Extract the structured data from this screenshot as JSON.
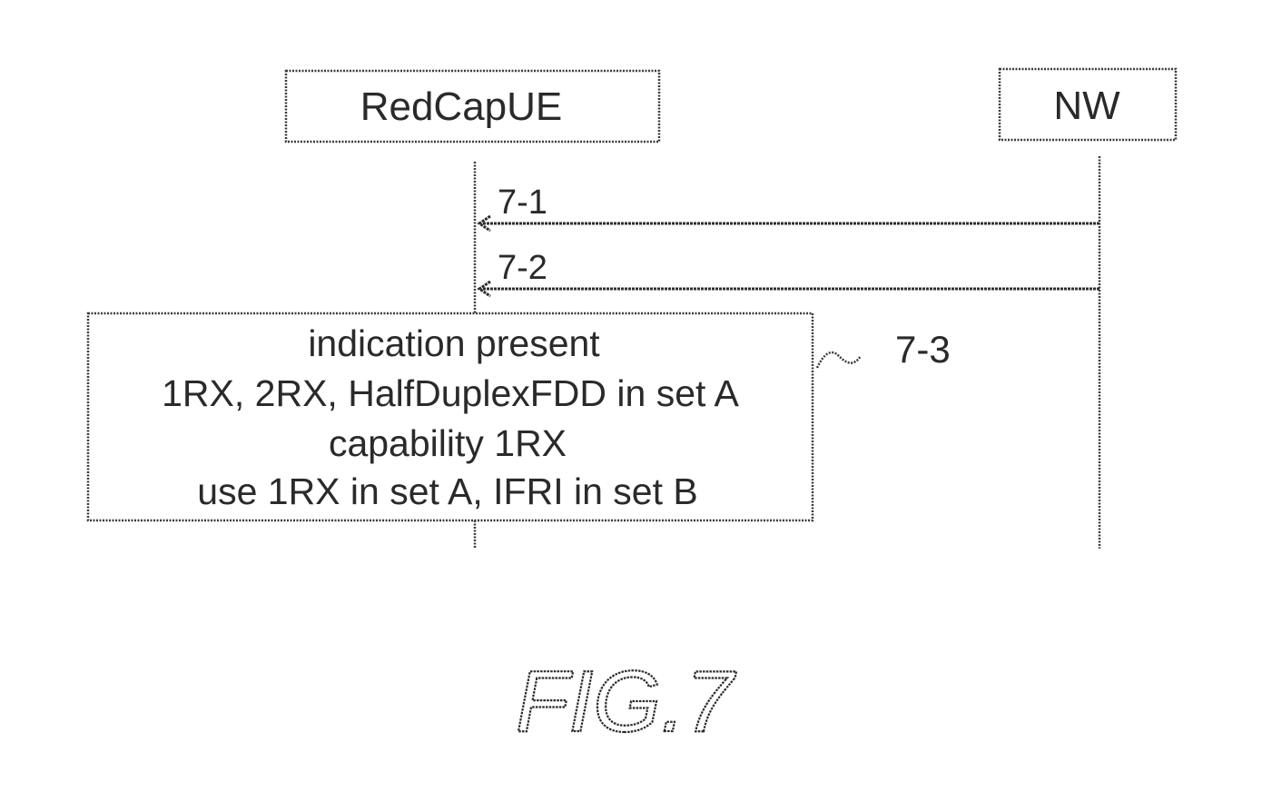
{
  "entities": {
    "ue": "RedCapUE",
    "nw": "NW"
  },
  "messages": [
    {
      "label": "7-1"
    },
    {
      "label": "7-2"
    }
  ],
  "note": {
    "ref": "7-3",
    "lines": [
      "indication present",
      "1RX, 2RX, HalfDuplexFDD in set A",
      "capability 1RX",
      "use 1RX in set A, IFRI in set B"
    ]
  },
  "figure_label": "FIG.7"
}
